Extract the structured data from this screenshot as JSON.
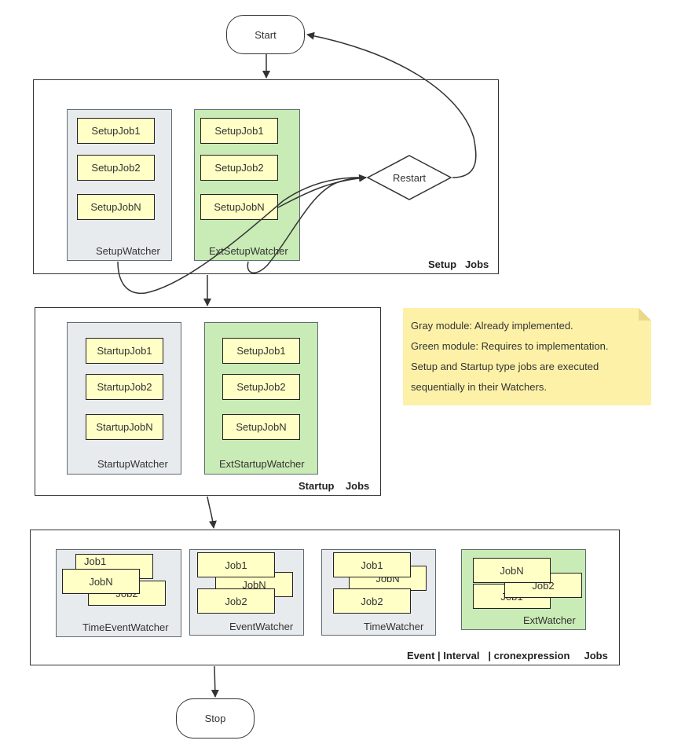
{
  "colors": {
    "watcher_gray": "#e8ebee",
    "watcher_green": "#c9ebb5",
    "job_fill": "#ffffc6",
    "note_fill": "#fdf1a8",
    "stroke": "#333333"
  },
  "start": "Start",
  "stop": "Stop",
  "restart": "Restart",
  "setup": {
    "label": "Setup   Jobs",
    "setup_watcher": {
      "label": "SetupWatcher",
      "jobs": [
        "SetupJob1",
        "SetupJob2",
        "SetupJobN"
      ]
    },
    "ext_setup_watcher": {
      "label": "ExtSetupWatcher",
      "jobs": [
        "SetupJob1",
        "SetupJob2",
        "SetupJobN"
      ]
    }
  },
  "startup": {
    "label": "Startup    Jobs",
    "startup_watcher": {
      "label": "StartupWatcher",
      "jobs": [
        "StartupJob1",
        "StartupJob2",
        "StartupJobN"
      ]
    },
    "ext_startup_watcher": {
      "label": "ExtStartupWatcher",
      "jobs": [
        "SetupJob1",
        "SetupJob2",
        "SetupJobN"
      ]
    }
  },
  "event": {
    "label": "Event | Interval   | cronexpression     Jobs",
    "time_event_watcher": {
      "label": "TimeEventWatcher",
      "jobs": [
        "Job1",
        "JobN",
        "Job2"
      ]
    },
    "event_watcher": {
      "label": "EventWatcher",
      "jobs": [
        "Job1",
        "JobN",
        "Job2"
      ]
    },
    "time_watcher": {
      "label": "TimeWatcher",
      "jobs": [
        "Job1",
        "JobN",
        "Job2"
      ]
    },
    "ext_watcher": {
      "label": "ExtWatcher",
      "jobs": [
        "JobN",
        "Job2",
        "Job1"
      ]
    }
  },
  "note": {
    "lines": [
      "Gray module: Already implemented.",
      "Green module: Requires to implementation.",
      "Setup and Startup type jobs are executed",
      "sequentially in their Watchers."
    ]
  }
}
